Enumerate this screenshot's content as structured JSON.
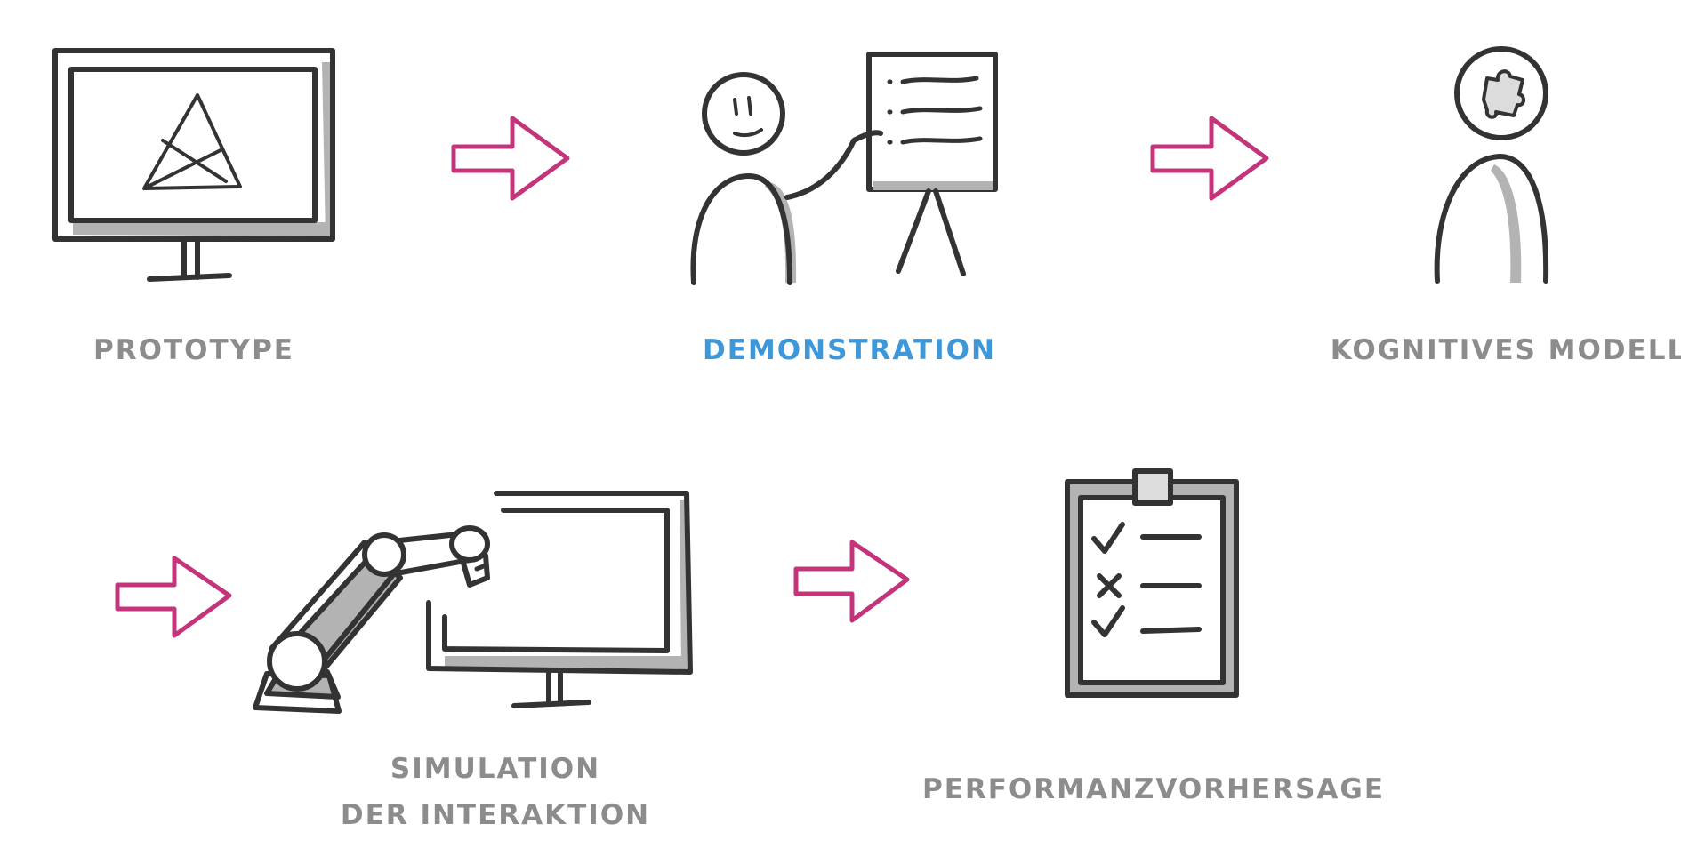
{
  "steps": [
    {
      "label": "PROTOTYPE",
      "icon": "monitor-logo-icon",
      "active": false
    },
    {
      "label": "DEMONSTRATION",
      "icon": "presenter-flipchart-icon",
      "active": true
    },
    {
      "label": "KOGNITIVES MODELL",
      "icon": "person-puzzle-icon",
      "active": false
    },
    {
      "label_line1": "SIMULATION",
      "label_line2": "DER INTERAKTION",
      "icon": "robot-arm-monitor-icon",
      "active": false
    },
    {
      "label": "PERFORMANZVORHERSAGE",
      "icon": "clipboard-checklist-icon",
      "active": false
    }
  ],
  "colors": {
    "label": "#8c8c8c",
    "active_label": "#3e97d8",
    "arrow": "#c3347a",
    "ink": "#333333",
    "shade": "#b3b3b3"
  }
}
